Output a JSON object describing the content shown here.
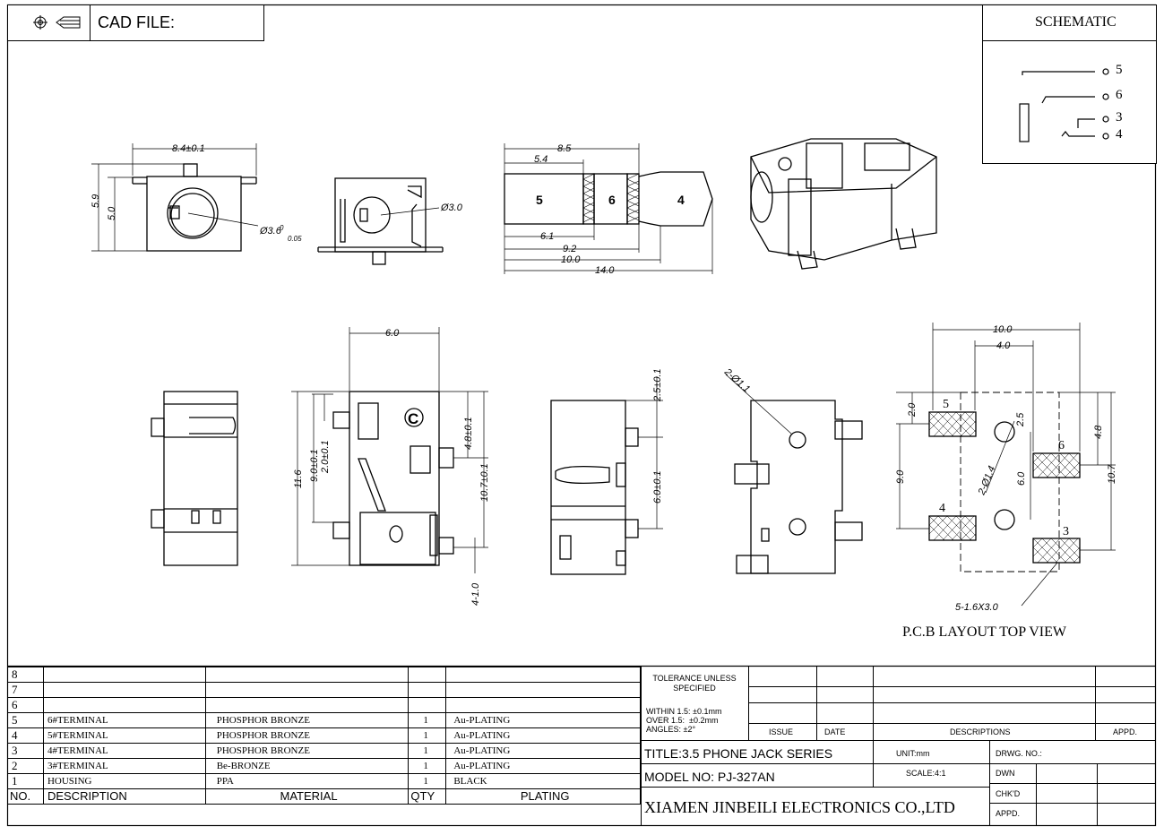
{
  "header": {
    "cad_label": "CAD FILE:",
    "schematic_label": "SCHEMATIC"
  },
  "schematic": {
    "pins": [
      "5",
      "6",
      "3",
      "4"
    ]
  },
  "drawing": {
    "dims_front": [
      "8.4±0.1",
      "5.9",
      "5.0",
      "Ø3.6",
      "0",
      "0.05"
    ],
    "dims_side": [
      "Ø3.0"
    ],
    "plug": {
      "dims": [
        "8.5",
        "5.4",
        "6.1",
        "9.2",
        "10.0",
        "14.0"
      ],
      "segments": [
        "5",
        "6",
        "4"
      ]
    },
    "top_view": {
      "dims": [
        "6.0",
        "11.6",
        "9.0±0.1",
        "2.0±0.1",
        "4.8±0.1",
        "10.7±0.1",
        "4-1.0"
      ],
      "mark": "C"
    },
    "back_view": {
      "dims": [
        "2.5±0.1",
        "6.0±0.1"
      ]
    },
    "bottom_view": {
      "dims": [
        "2-Ø1.1"
      ]
    },
    "pcb": {
      "dims": [
        "10.0",
        "4.0",
        "2.0",
        "2.5",
        "4.8",
        "9.0",
        "2-Ø1.4",
        "6.0",
        "10.7",
        "5-1.6X3.0"
      ],
      "pads": [
        "5",
        "6",
        "4",
        "3"
      ],
      "caption": "P.C.B LAYOUT TOP VIEW"
    }
  },
  "bom": {
    "empty_rows": [
      "8",
      "7",
      "6"
    ],
    "rows": [
      {
        "no": "5",
        "desc": "6#TERMINAL",
        "material": "PHOSPHOR BRONZE",
        "qty": "1",
        "plating": "Au-PLATING"
      },
      {
        "no": "4",
        "desc": "5#TERMINAL",
        "material": "PHOSPHOR BRONZE",
        "qty": "1",
        "plating": "Au-PLATING"
      },
      {
        "no": "3",
        "desc": "4#TERMINAL",
        "material": "PHOSPHOR BRONZE",
        "qty": "1",
        "plating": "Au-PLATING"
      },
      {
        "no": "2",
        "desc": "3#TERMINAL",
        "material": "Be-BRONZE",
        "qty": "1",
        "plating": "Au-PLATING"
      },
      {
        "no": "1",
        "desc": "HOUSING",
        "material": "PPA",
        "qty": "1",
        "plating": "BLACK"
      }
    ],
    "headers": {
      "no": "NO.",
      "desc": "DESCRIPTION",
      "material": "MATERIAL",
      "qty": "QTY",
      "plating": "PLATING"
    }
  },
  "title_block": {
    "tolerance": "TOLERANCE UNLESS SPECIFIED",
    "within": "WITHIN 1.5: ±0.1mm",
    "over": "OVER 1.5:  ±0.2mm",
    "angles": "ANGLES: ±2°",
    "issue": "ISSUE",
    "date": "DATE",
    "descriptions": "DESCRIPTIONS",
    "appd": "APPD.",
    "title": "TITLE:3.5 PHONE JACK SERIES",
    "unit": "UNIT:mm",
    "drwg_no": "DRWG. NO.:",
    "model": "MODEL NO: PJ-327AN",
    "scale": "SCALE:4:1",
    "dwn": "DWN",
    "chkd": "CHK'D",
    "appd2": "APPD.",
    "company": "XIAMEN JINBEILI ELECTRONICS CO.,LTD"
  }
}
